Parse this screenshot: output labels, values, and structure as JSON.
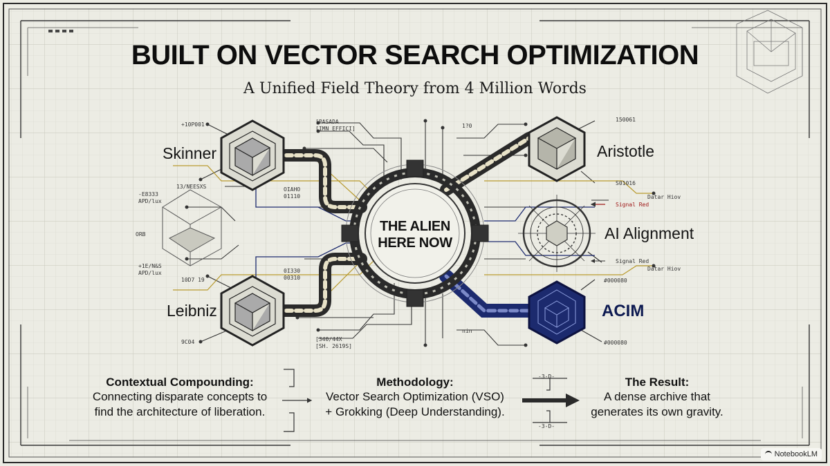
{
  "header": {
    "title": "BUILT ON VECTOR SEARCH OPTIMIZATION",
    "subtitle": "A Unified Field Theory from 4 Million Words"
  },
  "hub": {
    "line1": "THE ALIEN",
    "line2": "HERE NOW"
  },
  "nodes": {
    "skinner": "Skinner",
    "leibniz": "Leibniz",
    "aristotle": "Aristotle",
    "ai_alignment": "AI Alignment",
    "acim": "ACIM"
  },
  "annotations": {
    "a1": "+10P001",
    "a2": "13/NEESXS",
    "a3": "-E8333",
    "a4": "APD/lux",
    "a5": "ORB",
    "a6": "+1E/N&S",
    "a7": "APD/lux",
    "a8": "10D7 19",
    "a9": "9C04",
    "a10": "[PASADA",
    "a11": "[IMN EFFICI]",
    "a12": "OIAHO",
    "a13": "01110",
    "a14": "0I330",
    "a15": "00310",
    "a16": "[340/44X",
    "a17": "[SH. 2619S]",
    "a18": "1?0",
    "a19": "nin",
    "a20": "150061",
    "a21": "S01016",
    "a22": "Datar Hiov",
    "a23": "Signal Red",
    "a24": "Signal Red",
    "a25": "Datar Hiov",
    "a26": "#000080",
    "a27": "#000080",
    "a28": "-3-D-",
    "a29": "-3-D-"
  },
  "bottom": {
    "col1": {
      "heading": "Contextual Compounding:",
      "line1": "Connecting disparate concepts to",
      "line2": "find the architecture of liberation."
    },
    "col2": {
      "heading": "Methodology:",
      "line1": "Vector Search Optimization (VSO)",
      "line2": "+ Grokking (Deep Understanding)."
    },
    "col3": {
      "heading": "The Result:",
      "line1": "A dense archive that",
      "line2": "generates its own gravity."
    }
  },
  "badge": {
    "label": "NotebookLM"
  },
  "colors": {
    "background": "#ecece4",
    "ink": "#111111",
    "navy": "#0e1b52",
    "gold": "#c9a227",
    "signal_red": "#a01818"
  }
}
